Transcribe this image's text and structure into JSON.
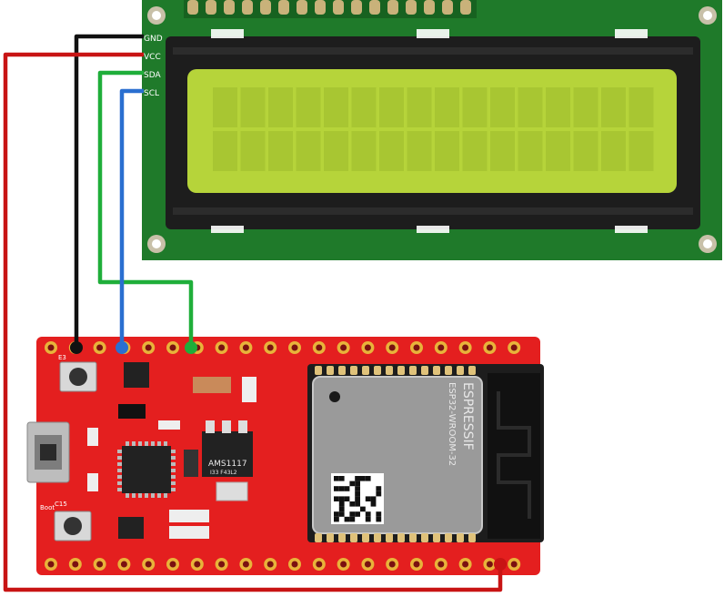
{
  "lcd": {
    "pins": {
      "gnd": "GND",
      "vcc": "VCC",
      "sda": "SDA",
      "scl": "SCL"
    },
    "rows": 2,
    "columns": 16
  },
  "board": {
    "module_brand": "ESPRESSIF",
    "module_name": "ESP32-WROOM-32",
    "regulator": "AMS1117",
    "regulator_sub": "I33 F43L2",
    "button_left_top": "E3",
    "button_left_bottom": "Boot",
    "label_c15": "C15"
  },
  "colors": {
    "lcd_pcb": "#1f7a2a",
    "lcd_screen": "#b6d43a",
    "board_pcb": "#e41f1f",
    "wire_gnd": "#111111",
    "wire_vcc": "#c81414",
    "wire_sda": "#1fae3a",
    "wire_scl": "#2a6fd0"
  },
  "wires": [
    {
      "name": "GND",
      "color": "#111111"
    },
    {
      "name": "VCC",
      "color": "#c81414"
    },
    {
      "name": "SDA",
      "color": "#1fae3a"
    },
    {
      "name": "SCL",
      "color": "#2a6fd0"
    }
  ]
}
